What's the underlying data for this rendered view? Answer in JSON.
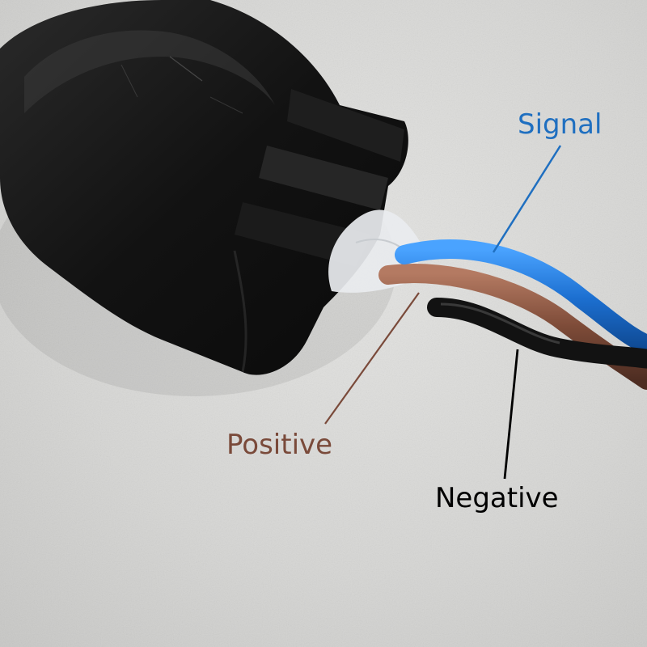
{
  "labels": {
    "signal": "Signal",
    "positive": "Positive",
    "negative": "Negative"
  },
  "colors": {
    "signal": "#1f6fc0",
    "positive": "#7a4a3a",
    "negative": "#111111",
    "background": "#d9d9d7",
    "connector": "#141414"
  }
}
